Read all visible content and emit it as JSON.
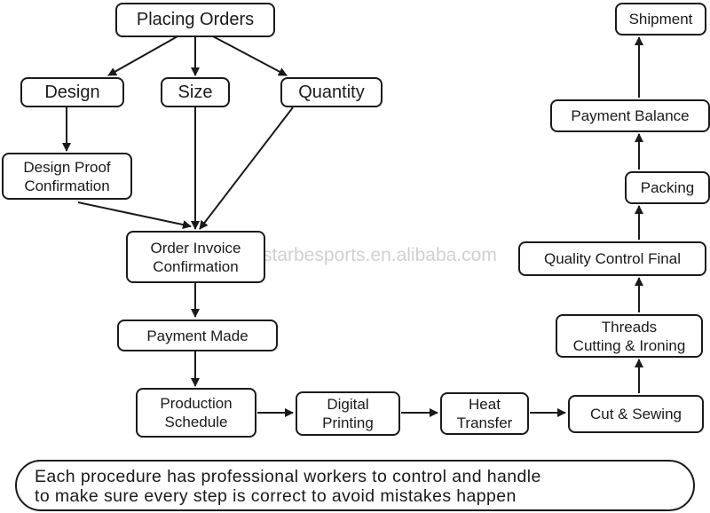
{
  "nodes": {
    "placing_orders": "Placing Orders",
    "design": "Design",
    "size": "Size",
    "quantity": "Quantity",
    "design_proof": [
      "Design Proof",
      "Confirmation"
    ],
    "order_invoice": [
      "Order Invoice",
      "Confirmation"
    ],
    "payment_made": "Payment Made",
    "production_schedule": [
      "Production",
      "Schedule"
    ],
    "digital_printing": [
      "Digital",
      "Printing"
    ],
    "heat_transfer": [
      "Heat",
      "Transfer"
    ],
    "cut_sewing": "Cut & Sewing",
    "threads_cutting": [
      "Threads",
      "Cutting & Ironing"
    ],
    "quality_control": "Quality Control Final",
    "packing": "Packing",
    "payment_balance": "Payment Balance",
    "shipment": "Shipment"
  },
  "note": [
    "Each procedure has professional workers to control and handle",
    "to make sure every step is correct to avoid mistakes happen"
  ],
  "watermark": "starbesports.en.alibaba.com",
  "colors": {
    "stroke": "#1a1a1a",
    "background": "#ffffff",
    "watermark": "#969696"
  }
}
